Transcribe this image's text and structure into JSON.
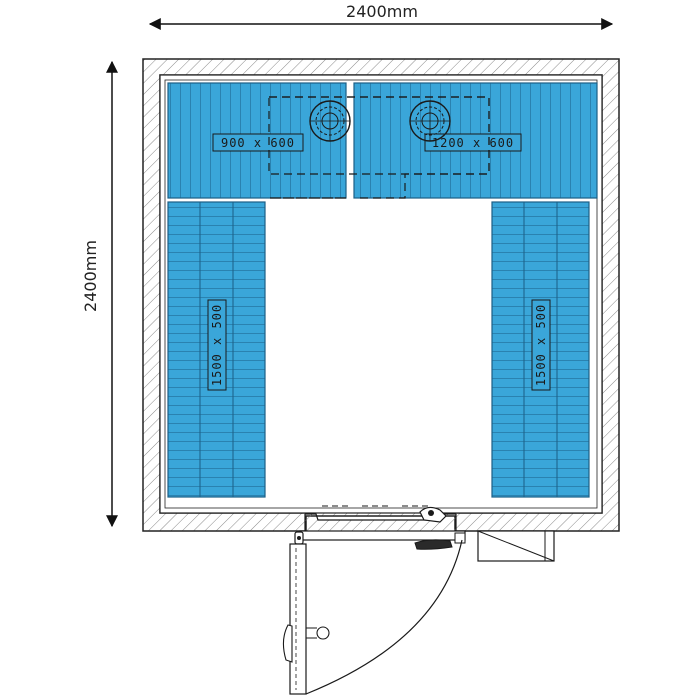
{
  "dimensions": {
    "width_label": "2400mm",
    "height_label": "2400mm"
  },
  "shelves": [
    {
      "label": "900 x 600"
    },
    {
      "label": "1200 x 600"
    },
    {
      "label": "1500 x 500"
    },
    {
      "label": "1500 x 500"
    }
  ],
  "colors": {
    "shelf_fill": "#3aa6d9",
    "outline": "#1a1a1a",
    "hatch": "#6a6a6a"
  }
}
